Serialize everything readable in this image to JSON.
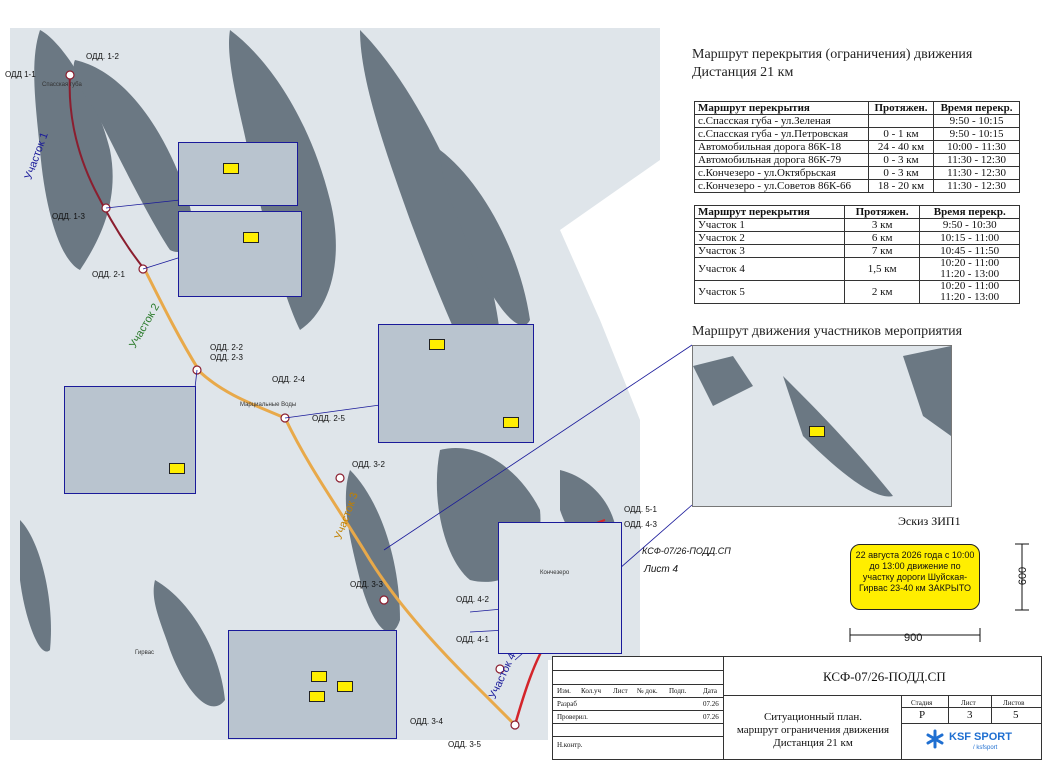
{
  "tables_title": [
    "Маршрут перекрытия (ограничения) движения",
    "Дистанция 21 км"
  ],
  "table1": {
    "headers": [
      "Маршрут перекрытия",
      "Протяжен.",
      "Время перекр."
    ],
    "rows": [
      [
        "с.Спасская губа - ул.Зеленая",
        "",
        "9:50 - 10:15"
      ],
      [
        "с.Спасская губа - ул.Петровская",
        "0 - 1 км",
        "9:50 - 10:15"
      ],
      [
        "Автомобильная дорога 86К-18",
        "24 - 40 км",
        "10:00 - 11:30"
      ],
      [
        "Автомобильная дорога 86К-79",
        "0 - 3 км",
        "11:30 - 12:30"
      ],
      [
        "с.Кончезеро - ул.Октябрьская",
        "0 - 3 км",
        "11:30 - 12:30"
      ],
      [
        "с.Кончезеро - ул.Советов 86К-66",
        "18 - 20 км",
        "11:30 - 12:30"
      ]
    ]
  },
  "table2": {
    "headers": [
      "Маршрут перекрытия",
      "Протяжен.",
      "Время перекр."
    ],
    "rows": [
      [
        "Участок 1",
        "3 км",
        "9:50 - 10:30"
      ],
      [
        "Участок 2",
        "6 км",
        "10:15 - 11:00"
      ],
      [
        "Участок 3",
        "7 км",
        "10:45 - 11:50"
      ],
      [
        "Участок 4",
        "1,5 км",
        "10:20 - 11:00\n11:20 - 13:00"
      ],
      [
        "Участок 5",
        "2 км",
        "10:20 - 11:00\n11:20 - 13:00"
      ]
    ]
  },
  "participants_title": "Маршрут движения участников мероприятия",
  "eskiz": {
    "title": "Эскиз ЗИП1",
    "text": "22 августа 2026 года с 10:00 до 13:00 движение по участку дороги Шуйская-Гирвас 23-40 км ЗАКРЫТО",
    "width": "900",
    "height": "600"
  },
  "drawing_ref": "КСФ-07/26-ПОДД.СП",
  "sheet_ref": "Лист 4",
  "stamp": {
    "code": "КСФ-07/26-ПОДД.СП",
    "cols": [
      "Изм.",
      "Кол.уч",
      "Лист",
      "№ док.",
      "Подп.",
      "Дата"
    ],
    "rows": [
      {
        "role": "Разраб",
        "date": "07.26"
      },
      {
        "role": "Проверил.",
        "date": "07.26"
      },
      {
        "role": "Н.контр.",
        "date": ""
      }
    ],
    "title": [
      "Ситуационный план.",
      "маршрут ограничения движения",
      "Дистанция 21 км"
    ],
    "stage_label": "Стадия",
    "sheet_label": "Лист",
    "sheets_label": "Листов",
    "stage": "Р",
    "sheet": "3",
    "sheets": "5",
    "brand": "KSF SPORT",
    "brand_sub": "/ ksfsport"
  },
  "sections": [
    "Участок 1",
    "Участок 2",
    "Участок 3",
    "Участок 4"
  ],
  "points": [
    "ОДД 1-1",
    "ОДД. 1-2",
    "ОДД. 1-3",
    "ОДД. 2-1",
    "ОДД. 2-2",
    "ОДД. 2-3",
    "ОДД. 2-4",
    "ОДД. 2-5",
    "ОДД. 3-2",
    "ОДД. 3-3",
    "ОДД. 3-4",
    "ОДД. 3-5",
    "ОДД. 4-1",
    "ОДД. 4-2",
    "ОДД. 4-3",
    "ОДД. 5-1"
  ],
  "places": [
    "Спасская губа",
    "Марциальные Воды",
    "Кончезеро",
    "Гирвас"
  ],
  "colors": {
    "water": "#6b7883",
    "land": "#dfe5ea",
    "route_orange": "#e8a94a",
    "route_red": "#d4252b",
    "frame": "#1a1a9a",
    "sign": "#ffee00"
  }
}
